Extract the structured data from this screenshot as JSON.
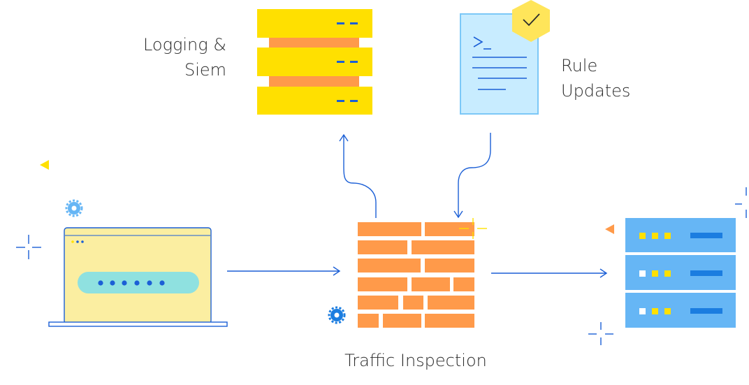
{
  "labels": {
    "logging_line1": "Logging &",
    "logging_line2": "Siem",
    "rules_line1": "Rule",
    "rules_line2": "Updates",
    "traffic": "Traffic Inspection"
  },
  "colors": {
    "line_blue": "#1b5fd6",
    "yellow": "#ffe000",
    "orange": "#ff9a4a",
    "light_blue": "#66b6f5",
    "pale_blue": "#c8ecff",
    "laptop_yellow": "#fbeea1",
    "pill_teal": "#8fe1e0",
    "hex_yellow": "#ffe55a",
    "text": "#2b2b2b"
  },
  "icons": [
    "server-stack-icon",
    "document-icon",
    "check-badge-icon",
    "laptop-icon",
    "firewall-icon",
    "rack-server-icon",
    "gear-icon",
    "sparkle-icon",
    "triangle-icon"
  ]
}
